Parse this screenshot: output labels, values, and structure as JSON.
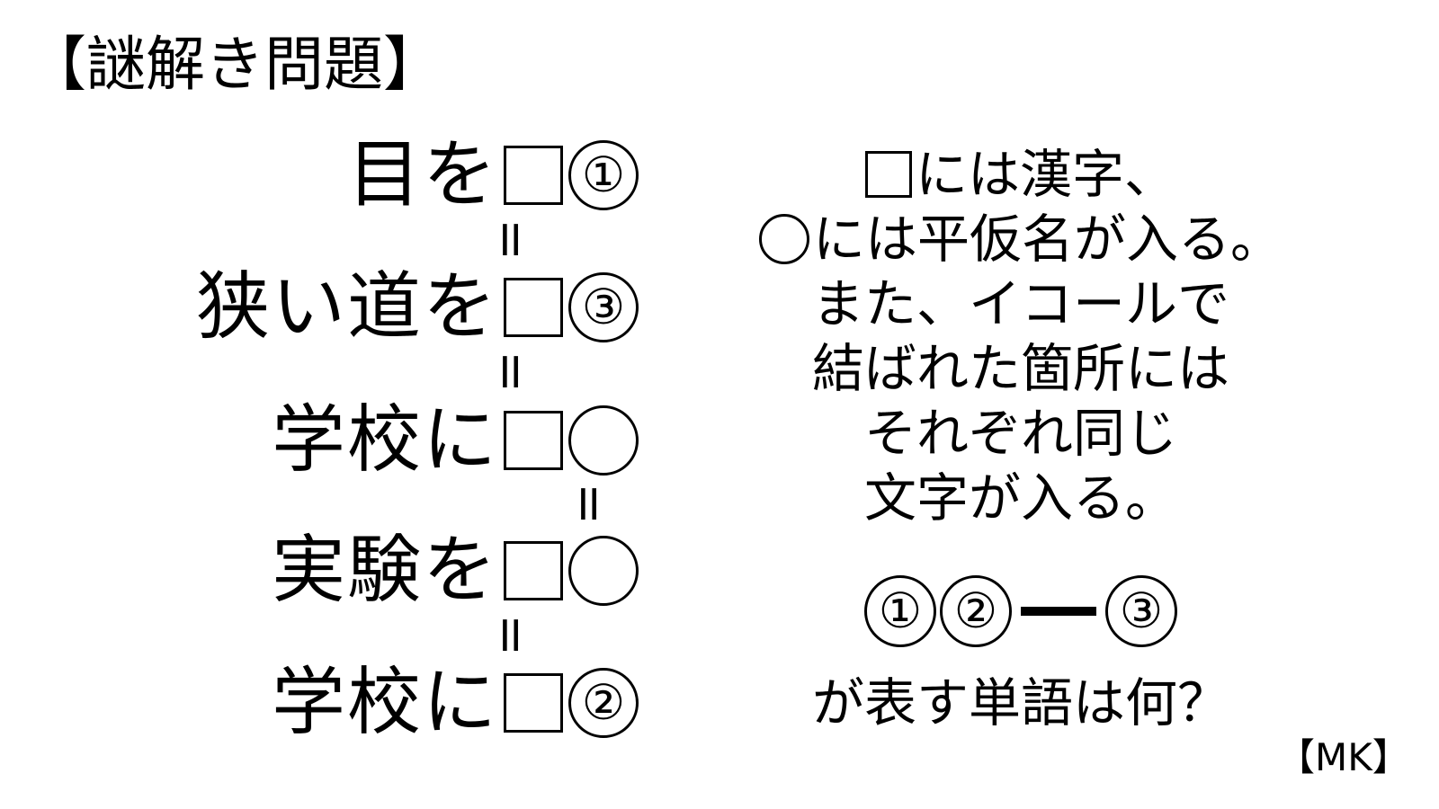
{
  "title": "【謎解き問題】",
  "puzzle": {
    "rows": [
      {
        "text": "目を",
        "mark": "①"
      },
      {
        "text": "狭い道を",
        "mark": "③"
      },
      {
        "text": "学校に",
        "mark": ""
      },
      {
        "text": "実験を",
        "mark": ""
      },
      {
        "text": "学校に",
        "mark": "②"
      }
    ],
    "equal_symbol": "॥"
  },
  "rules": {
    "line1": "には漢字、",
    "line2": "には平仮名が入る。",
    "line3": "また、イコールで",
    "line4": "結ばれた箇所には",
    "line5": "それぞれ同じ",
    "line6": "文字が入る。"
  },
  "formula": {
    "first": "①",
    "second": "②",
    "third": "③"
  },
  "question": "が表す単語は何？",
  "signature": "【MK】"
}
